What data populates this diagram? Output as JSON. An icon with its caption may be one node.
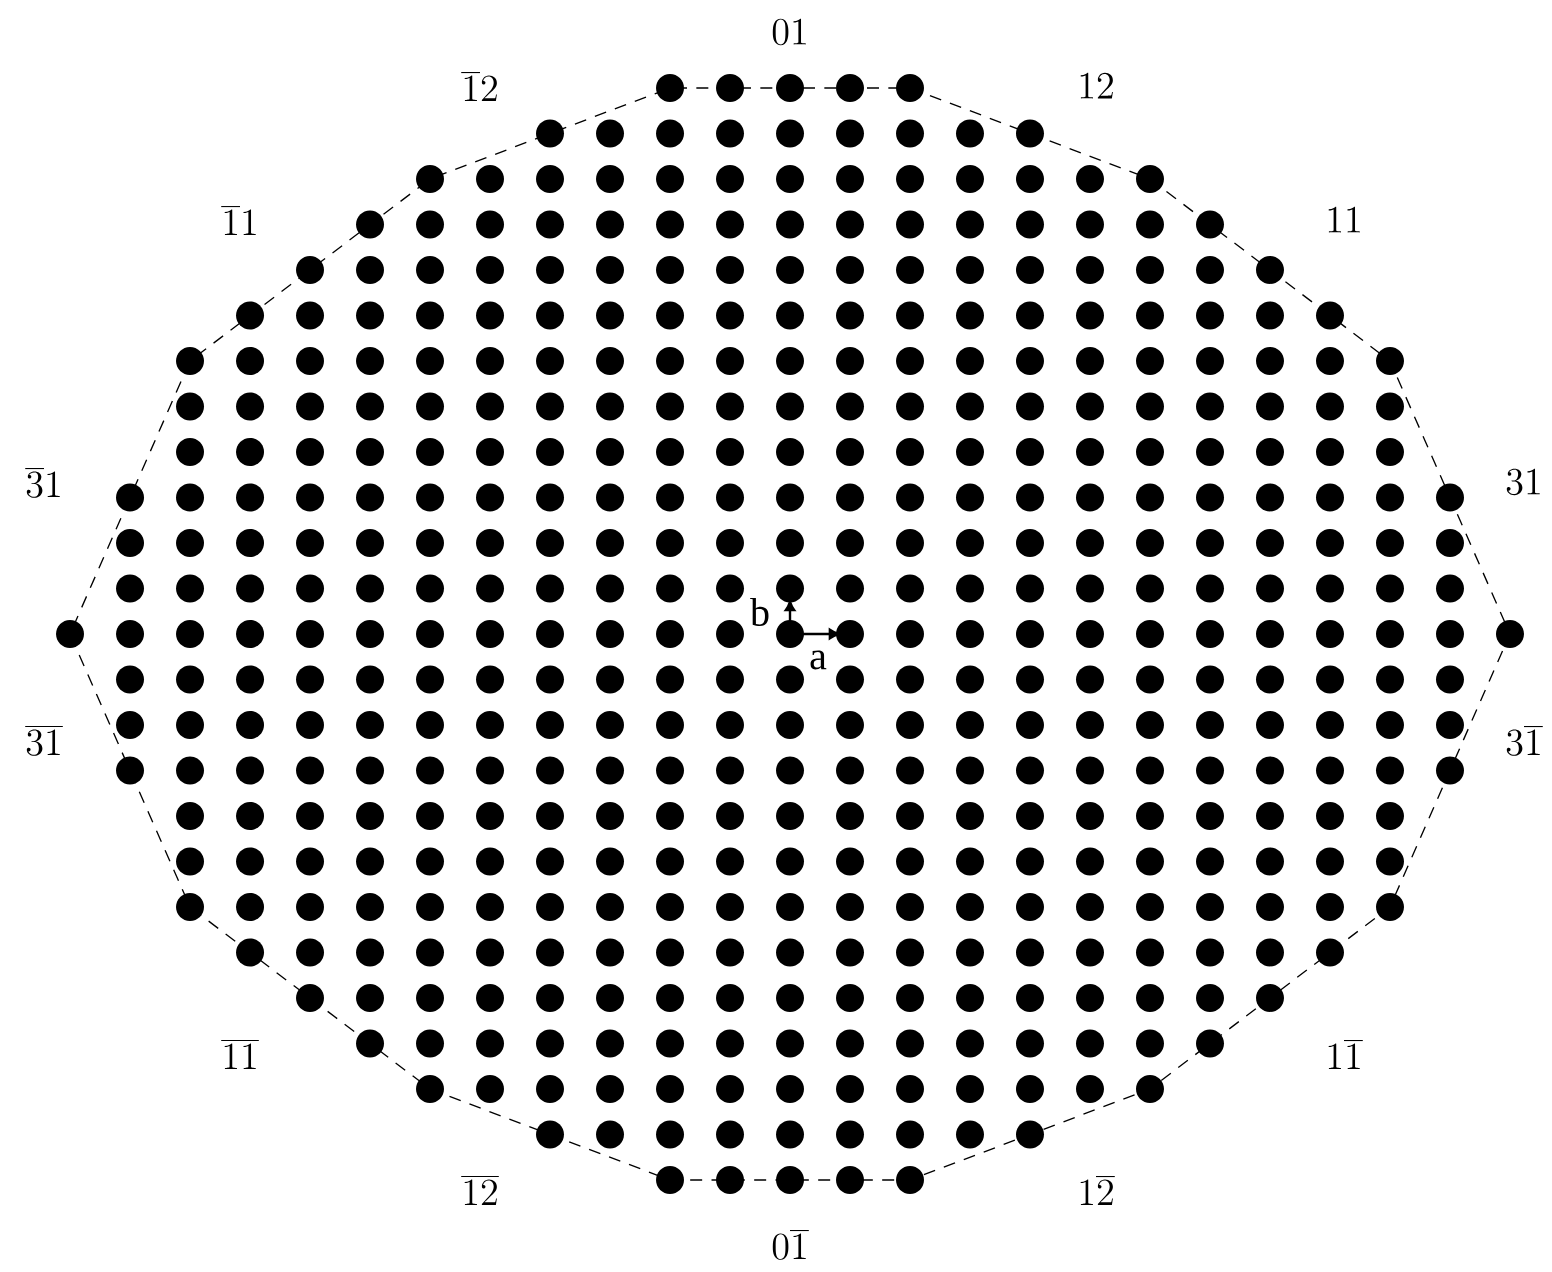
{
  "diagram": {
    "labels": [
      "01",
      "\\overline{1}2",
      "12",
      "\\overline{1}1",
      "11",
      "\\overline{3}1",
      "31",
      "b",
      "a",
      "\\overline{31}",
      "3\\overline{1}",
      "\\overline{11}",
      "1\\overline{1}",
      "\\overline{12}",
      "1\\overline{2}",
      "0\\overline{1}"
    ]
  }
}
